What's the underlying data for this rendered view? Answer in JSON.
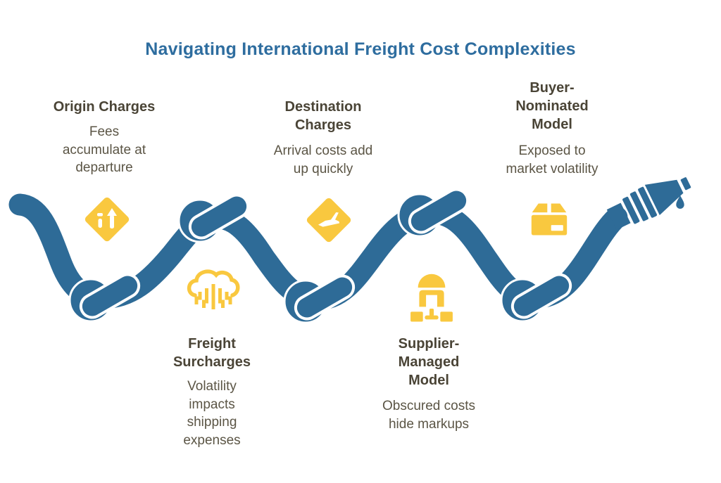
{
  "title": "Navigating International Freight Cost Complexities",
  "colors": {
    "rope_blue": "#2E6B97",
    "title_blue": "#2E6D9F",
    "icon_yellow": "#F9C83F",
    "heading_text": "#4A4436",
    "body_text": "#5B5545"
  },
  "sections": [
    {
      "id": "origin-charges",
      "heading": "Origin Charges",
      "body": "Fees\naccumulate at\ndeparture",
      "icon": "merge-sign-icon",
      "position": "top"
    },
    {
      "id": "freight-surcharges",
      "heading": "Freight\nSurcharges",
      "body": "Volatility\nimpacts\nshipping\nexpenses",
      "icon": "cloud-circuit-icon",
      "position": "bottom"
    },
    {
      "id": "destination-charges",
      "heading": "Destination\nCharges",
      "body": "Arrival costs add\nup quickly",
      "icon": "plane-sign-icon",
      "position": "top"
    },
    {
      "id": "supplier-managed-model",
      "heading": "Supplier-\nManaged\nModel",
      "body": "Obscured costs\nhide markups",
      "icon": "org-network-icon",
      "position": "bottom"
    },
    {
      "id": "buyer-nominated-model",
      "heading": "Buyer-\nNominated\nModel",
      "body": "Exposed to\nmarket volatility",
      "icon": "package-icon",
      "position": "top"
    }
  ]
}
